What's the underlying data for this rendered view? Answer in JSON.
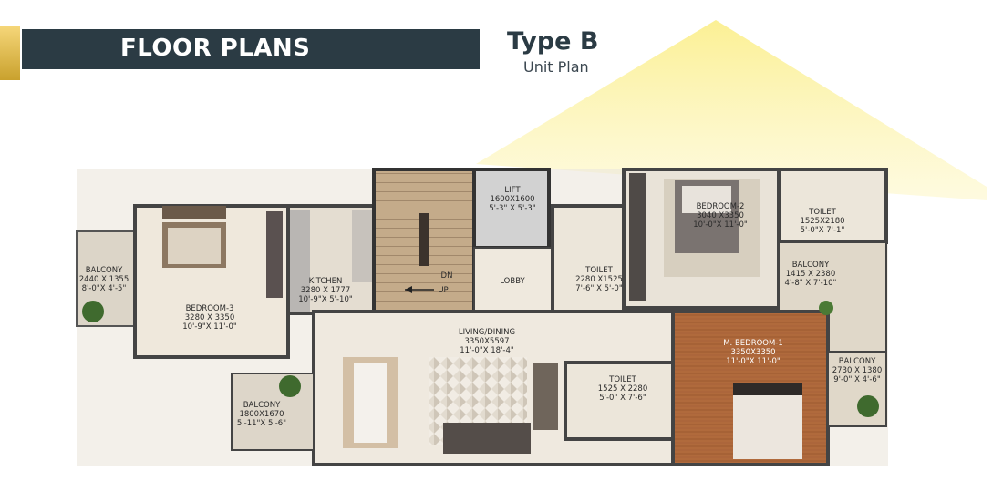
{
  "header": {
    "title": "FLOOR PLANS",
    "type_title": "Type B",
    "type_subtitle": "Unit Plan"
  },
  "colors": {
    "title_bar": "#2b3b44",
    "gold_accent": "#d9b64a",
    "roof_yellow": "#fbef9a"
  },
  "rooms": {
    "balcony_left": "BALCONY\n2440 X 1355\n8'-0\"X 4'-5\"",
    "bedroom3": "BEDROOM-3\n3280 X 3350\n10'-9\"X 11'-0\"",
    "kitchen": "KITCHEN\n3280 X 1777\n10'-9\"X 5'-10\"",
    "lift": "LIFT\n1600X1600\n5'-3\" X 5'-3\"",
    "dn": "DN",
    "up": "UP",
    "lobby": "LOBBY",
    "toilet_center": "TOILET\n2280 X1525\n7'-6\" X 5'-0\"",
    "bedroom2": "BEDROOM-2\n3040 X3350\n10'-0\"X 11'-0\"",
    "toilet_top_right": "TOILET\n1525X2180\n5'-0\"X 7'-1\"",
    "balcony_right_upper": "BALCONY\n1415 X 2380\n4'-8\" X 7'-10\"",
    "living_dining": "LIVING/DINING\n3350X5597\n11'-0\"X 18'-4\"",
    "balcony_bottom_left": "BALCONY\n1800X1670\n5'-11\"X 5'-6\"",
    "toilet_bottom": "TOILET\n1525 X 2280\n5'-0\" X 7'-6\"",
    "master_bedroom": "M. BEDROOM-1\n3350X3350\n11'-0\"X 11'-0\"",
    "balcony_right_lower": "BALCONY\n2730 X 1380\n9'-0\" X 4'-6\""
  }
}
